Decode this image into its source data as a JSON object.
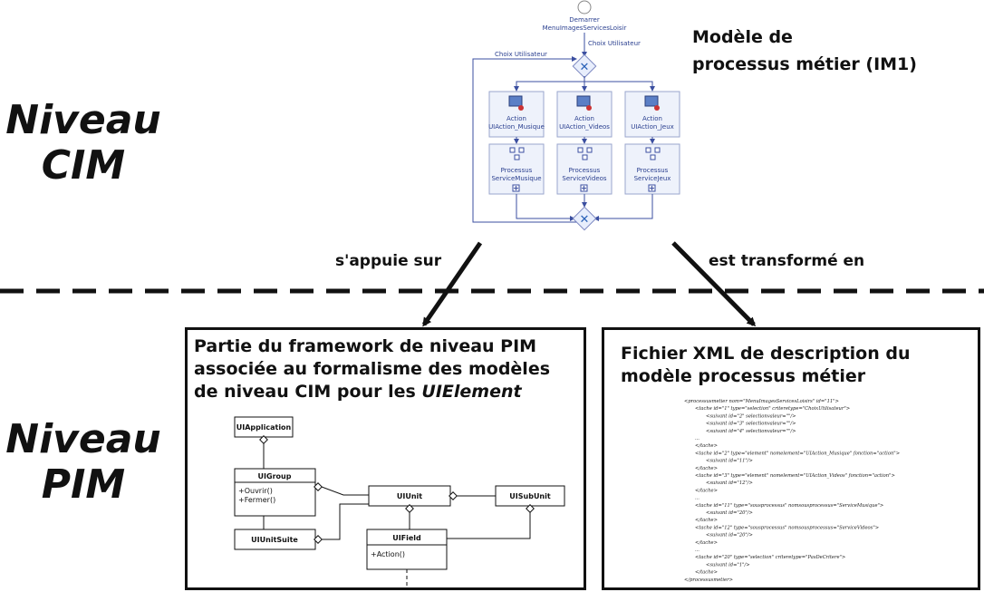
{
  "levels": {
    "cim": [
      "Niveau",
      "CIM"
    ],
    "pim": [
      "Niveau",
      "PIM"
    ]
  },
  "process_model": {
    "title_lines": [
      "Modèle de",
      "processus métier (IM1)"
    ],
    "start_label": [
      "Demarrer",
      "MenuImagesServicesLoisir"
    ],
    "choix_right": "Choix Utilisateur",
    "choix_left": "Choix Utilisateur",
    "actions": [
      {
        "line1": "Action",
        "line2": "UIAction_Musique"
      },
      {
        "line1": "Action",
        "line2": "UIAction_Videos"
      },
      {
        "line1": "Action",
        "line2": "UIAction_Jeux"
      }
    ],
    "processes": [
      {
        "line1": "Processus",
        "line2": "ServiceMusique"
      },
      {
        "line1": "Processus",
        "line2": "ServiceVideos"
      },
      {
        "line1": "Processus",
        "line2": "ServiceJeux"
      }
    ]
  },
  "arrows": {
    "left_label": "s'appuie sur",
    "right_label": "est transformé en"
  },
  "left_box": {
    "title_lines": [
      "Partie du framework de niveau PIM",
      "associée au formalisme des modèles",
      "de niveau CIM pour les "
    ],
    "title_italic": "UIElement",
    "uml": {
      "application": "UIApplication",
      "group": "UIGroup",
      "group_ops": [
        "+Ouvrir()",
        "+Fermer()"
      ],
      "unit": "UIUnit",
      "subunit": "UISubUnit",
      "unitsuite": "UIUnitSuite",
      "field": "UIField",
      "field_ops": [
        "+Action()"
      ]
    }
  },
  "right_box": {
    "title_lines": [
      "Fichier XML de description du",
      "modèle processus métier"
    ],
    "xml_lines": [
      "<processusmetier nom=\"MenuImagesServicesLoisirs\" id=\"11\">",
      "<tache id=\"1\" type=\"selection\" criteretype=\"ChoixUtilisateur\">",
      "<suivant id=\"2\" selectionvaleur=\"\"/>",
      "<suivant id=\"3\" selectionvaleur=\"\"/>",
      "<suivant id=\"4\" selectionvaleur=\"\"/>",
      "...",
      "</tache>",
      "<tache id=\"2\" type=\"element\" nomelement=\"UIAction_Musique\" fonction=\"action\">",
      "<suivant id=\"11\"/>",
      "</tache>",
      "<tache id=\"3\" type=\"element\" nomelement=\"UIAction_Videos\" fonction=\"action\">",
      "<suivant id=\"12\"/>",
      "</tache>",
      "...",
      "<tache id=\"11\" type=\"sousprocessus\" nomsousprocessus=\"ServiceMusique\">",
      "<suivant id=\"20\"/>",
      "</tache>",
      "<tache id=\"12\" type=\"sousprocessus\" nomsousprocessus=\"ServiceVideos\">",
      "<suivant id=\"20\"/>",
      "</tache>",
      "...",
      "<tache id=\"20\" type=\"selection\" criteretype=\"PasDeCritere\">",
      "<suivant id=\"1\"/>",
      "</tache>",
      "</processusmetier>"
    ]
  }
}
